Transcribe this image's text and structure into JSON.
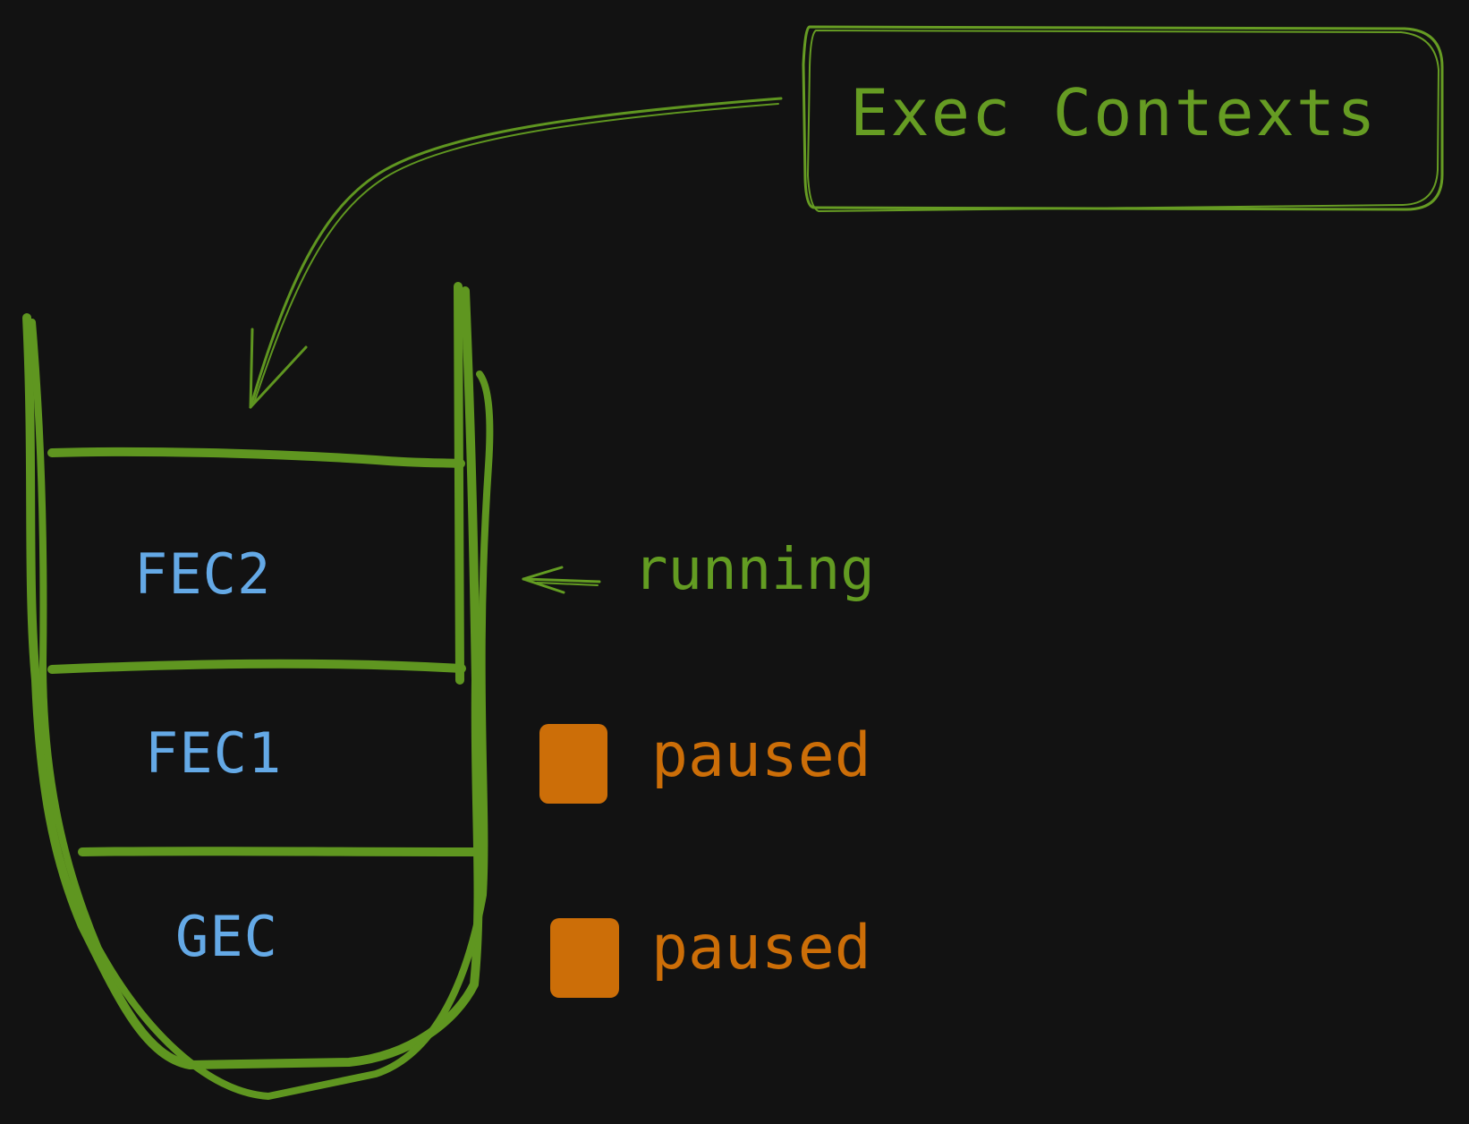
{
  "title": "Exec Contexts",
  "stack": {
    "frames": [
      {
        "label": "FEC2",
        "status": "running"
      },
      {
        "label": "FEC1",
        "status": "paused"
      },
      {
        "label": "GEC",
        "status": "paused"
      }
    ]
  },
  "status_labels": {
    "running": "running",
    "paused_1": "paused",
    "paused_2": "paused"
  },
  "colors": {
    "background": "#121212",
    "stack_stroke": "#5f9620",
    "frame_text": "#64a9e6",
    "running": "#639c22",
    "paused": "#cc6e08"
  }
}
